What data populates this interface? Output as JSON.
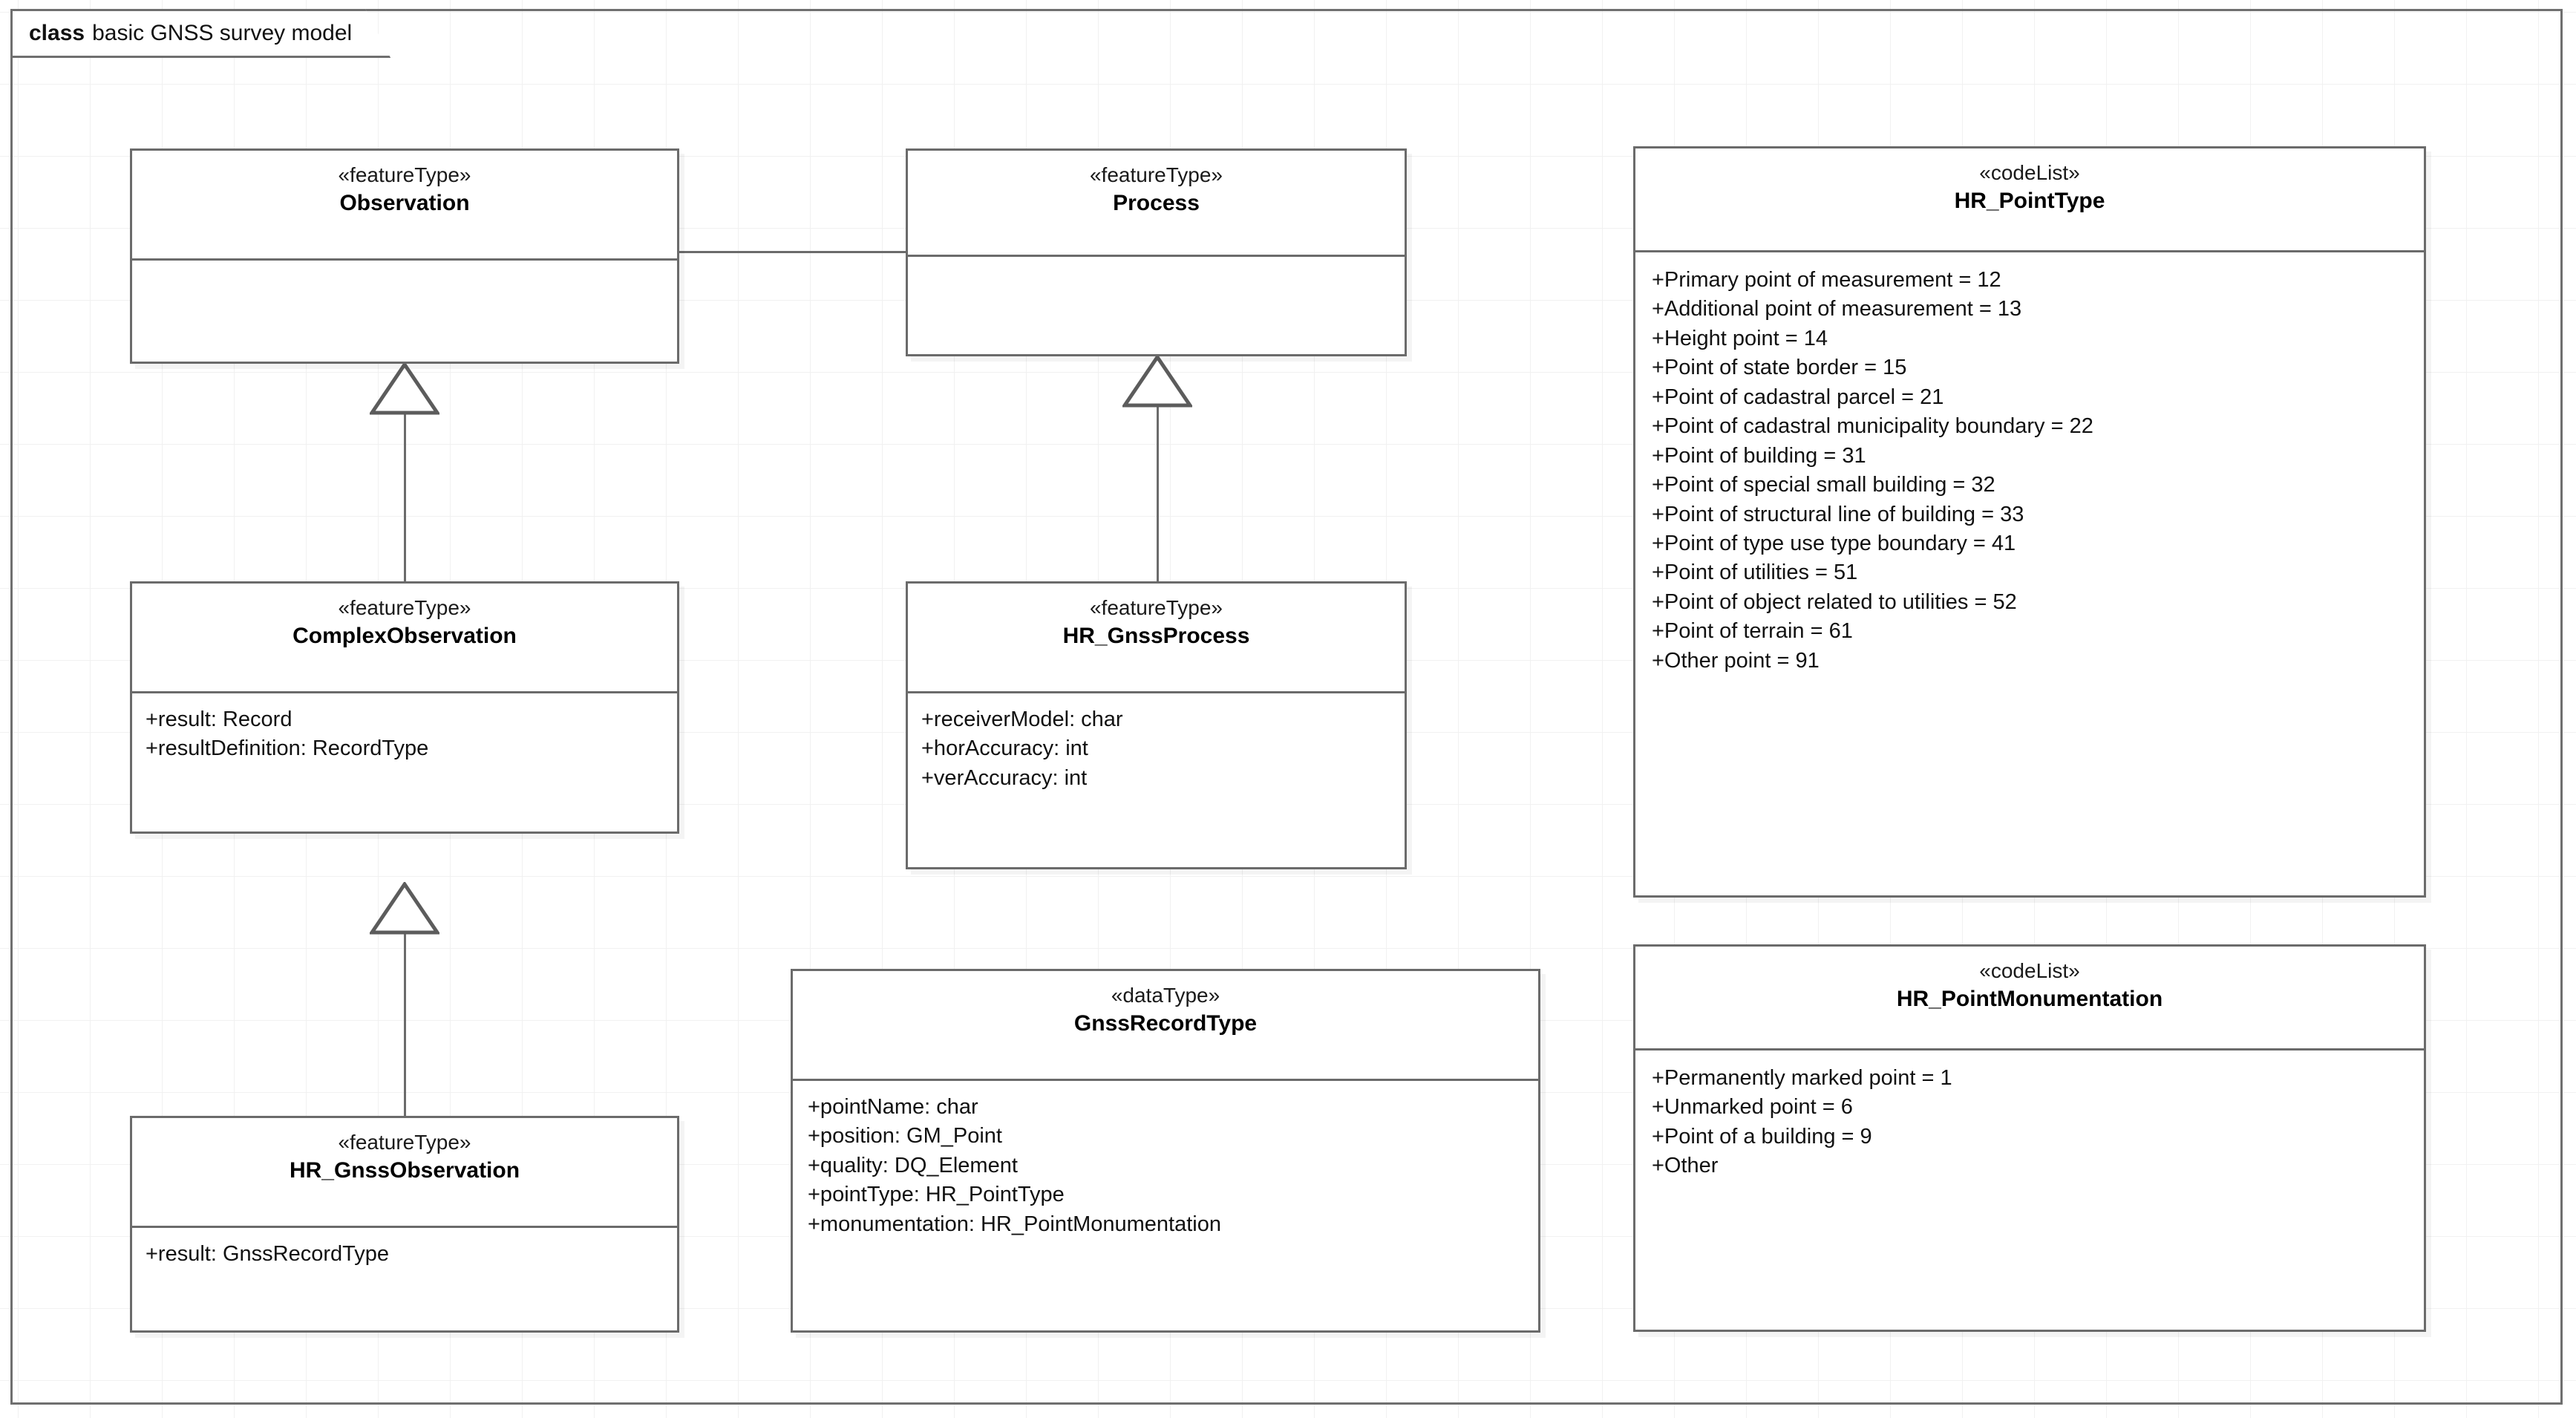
{
  "frame": {
    "keyword": "class",
    "name": "basic GNSS survey model"
  },
  "classes": {
    "observation": {
      "stereotype": "«featureType»",
      "name": "Observation",
      "attributes": []
    },
    "process": {
      "stereotype": "«featureType»",
      "name": "Process",
      "attributes": []
    },
    "complex_observation": {
      "stereotype": "«featureType»",
      "name": "ComplexObservation",
      "attributes": [
        "+result: Record",
        "+resultDefinition: RecordType"
      ]
    },
    "hr_gnss_process": {
      "stereotype": "«featureType»",
      "name": "HR_GnssProcess",
      "attributes": [
        "+receiverModel: char",
        "+horAccuracy: int",
        "+verAccuracy: int"
      ]
    },
    "hr_gnss_observation": {
      "stereotype": "«featureType»",
      "name": "HR_GnssObservation",
      "attributes": [
        "+result: GnssRecordType"
      ]
    },
    "gnss_record_type": {
      "stereotype": "«dataType»",
      "name": "GnssRecordType",
      "attributes": [
        "+pointName: char",
        "+position: GM_Point",
        "+quality: DQ_Element",
        "+pointType: HR_PointType",
        "+monumentation: HR_PointMonumentation"
      ]
    },
    "hr_point_type": {
      "stereotype": "«codeList»",
      "name": "HR_PointType",
      "attributes": [
        "+Primary point of measurement = 12",
        "+Additional point of measurement = 13",
        "+Height point = 14",
        "+Point of state border = 15",
        "+Point of cadastral parcel = 21",
        "+Point of cadastral municipality boundary = 22",
        "+Point of building = 31",
        "+Point of special small building = 32",
        "+Point of structural line of building = 33",
        "+Point of type use type boundary = 41",
        "+Point of utilities = 51",
        "+Point of object related to utilities = 52",
        "+Point of terrain = 61",
        "+Other point = 91"
      ]
    },
    "hr_point_monumentation": {
      "stereotype": "«codeList»",
      "name": "HR_PointMonumentation",
      "attributes": [
        "+Permanently marked point = 1",
        "+Unmarked point = 6",
        "+Point of a building = 9",
        "+Other"
      ]
    }
  },
  "relationships": [
    {
      "kind": "association",
      "from": "Observation",
      "to": "Process"
    },
    {
      "kind": "generalization",
      "from": "ComplexObservation",
      "to": "Observation"
    },
    {
      "kind": "generalization",
      "from": "HR_GnssObservation",
      "to": "ComplexObservation"
    },
    {
      "kind": "generalization",
      "from": "HR_GnssProcess",
      "to": "Process"
    }
  ],
  "colors": {
    "border": "#6b6b6b",
    "background": "#ffffff",
    "grid": "#f1f1f1",
    "text": "#111111"
  }
}
